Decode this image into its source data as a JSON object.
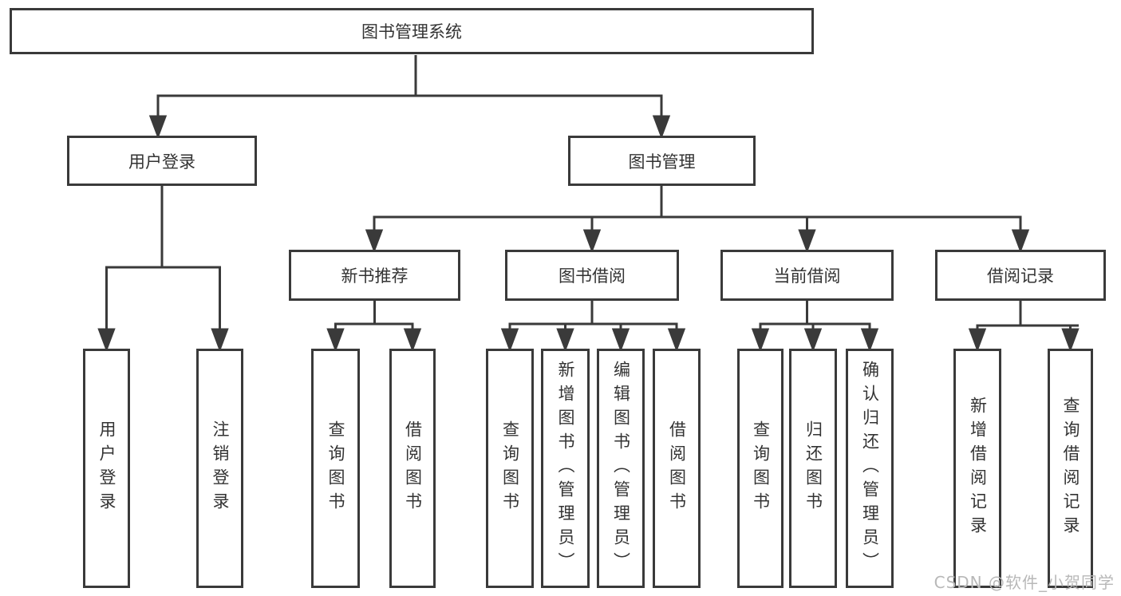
{
  "colors": {
    "line": "#3a3a3a",
    "text": "#333333",
    "box_background": "#ffffff",
    "watermark": "#b8b8b8"
  },
  "tree": {
    "root": {
      "label": "图书管理系统",
      "children": [
        {
          "label": "用户登录",
          "children": [
            {
              "label": "用户登录"
            },
            {
              "label": "注销登录"
            }
          ]
        },
        {
          "label": "图书管理",
          "children": [
            {
              "label": "新书推荐",
              "children": [
                {
                  "label": "查询图书"
                },
                {
                  "label": "借阅图书"
                }
              ]
            },
            {
              "label": "图书借阅",
              "children": [
                {
                  "label": "查询图书"
                },
                {
                  "label": "新增图书（管理员）"
                },
                {
                  "label": "编辑图书（管理员）"
                },
                {
                  "label": "借阅图书"
                }
              ]
            },
            {
              "label": "当前借阅",
              "children": [
                {
                  "label": "查询图书"
                },
                {
                  "label": "归还图书"
                },
                {
                  "label": "确认归还（管理员）"
                }
              ]
            },
            {
              "label": "借阅记录",
              "children": [
                {
                  "label": "新增借阅记录"
                },
                {
                  "label": "查询借阅记录"
                }
              ]
            }
          ]
        }
      ]
    }
  },
  "watermark": {
    "text": "CSDN @软件_小贺同学"
  }
}
